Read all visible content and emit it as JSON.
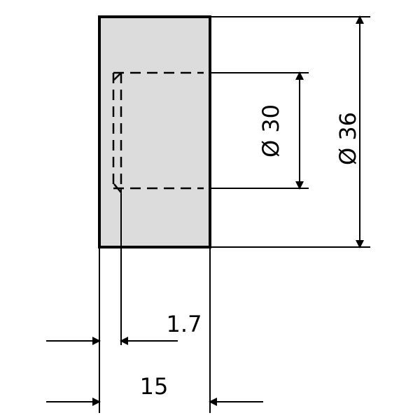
{
  "drawing": {
    "colors": {
      "part_fill": "#dcdcdc",
      "line": "#000000",
      "background": "#ffffff"
    },
    "dimensions": {
      "outer_diameter": {
        "symbol": "Ø",
        "value": "36"
      },
      "inner_diameter": {
        "symbol": "Ø",
        "value": "30"
      },
      "wall_offset": {
        "value": "1.7"
      },
      "length": {
        "value": "15"
      }
    }
  }
}
